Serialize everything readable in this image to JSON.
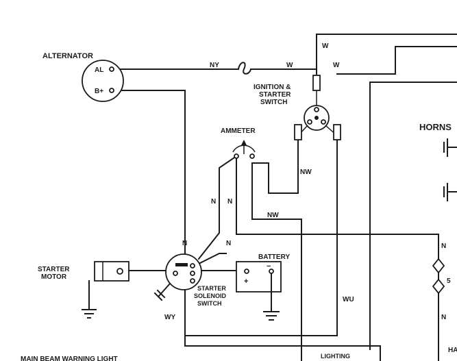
{
  "diagram": {
    "components": {
      "alternator": {
        "label": "ALTERNATOR",
        "terminal_al": "AL",
        "terminal_b": "B+"
      },
      "ignition_switch": {
        "label_line1": "IGNITION &",
        "label_line2": "STARTER",
        "label_line3": "SWITCH"
      },
      "ammeter": {
        "label": "AMMETER"
      },
      "horns": {
        "label": "HORNS"
      },
      "starter_motor": {
        "label_line1": "STARTER",
        "label_line2": "MOTOR"
      },
      "starter_solenoid": {
        "label_line1": "STARTER",
        "label_line2": "SOLENOID",
        "label_line3": "SWITCH"
      },
      "battery": {
        "label": "BATTERY",
        "plus": "+",
        "minus": "−"
      },
      "main_beam_light": {
        "label": "MAIN BEAM WARNING LIGHT"
      },
      "lighting": {
        "label": "LIGHTING"
      },
      "fuse": {
        "label": "5"
      },
      "cut_off": {
        "label": "HA"
      }
    },
    "wire_labels": {
      "ny": "NY",
      "w_top": "W",
      "w_mid": "W",
      "w_right": "W",
      "nw_upper": "NW",
      "nw_lower": "NW",
      "n_left": "N",
      "n_mid": "N",
      "n_low_left": "N",
      "n_low_mid": "N",
      "n_right_upper": "N",
      "n_right_lower": "N",
      "wu": "WU",
      "wy": "WY"
    }
  }
}
